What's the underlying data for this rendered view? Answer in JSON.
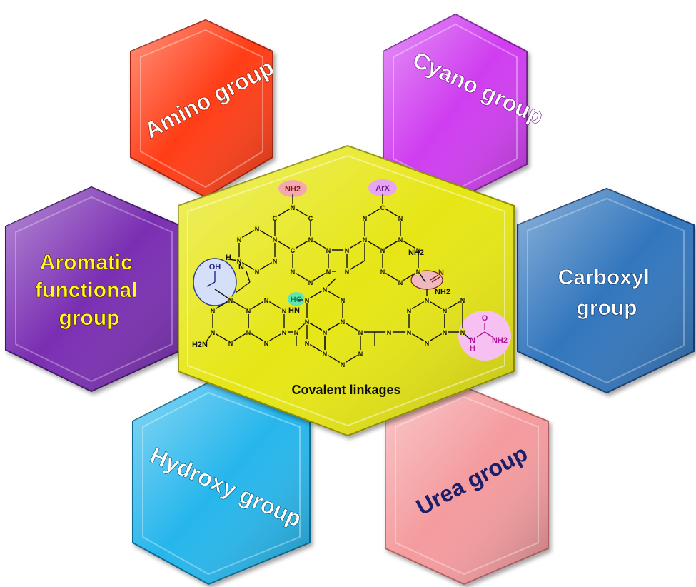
{
  "center": {
    "label": "Covalent linkages",
    "fill": "#e6e619"
  },
  "hexagons": [
    {
      "id": "amino",
      "lines": [
        "Amino group"
      ],
      "fill": "#ff3d14",
      "text_color": "#ffffff"
    },
    {
      "id": "cyano",
      "lines": [
        "Cyano group"
      ],
      "fill": "#cf3ef0",
      "text_color": "#ffffff"
    },
    {
      "id": "aromatic",
      "lines": [
        "Aromatic",
        "functional",
        "group"
      ],
      "fill": "#7a2fb2",
      "text_color": "#ffff1a"
    },
    {
      "id": "carboxyl",
      "lines": [
        "Carboxyl",
        "group"
      ],
      "fill": "#3276bd",
      "text_color": "#ffffff"
    },
    {
      "id": "hydroxy",
      "lines": [
        "Hydroxy group"
      ],
      "fill": "#27b6ec",
      "text_color": "#ffffff"
    },
    {
      "id": "urea",
      "lines": [
        "Urea group"
      ],
      "fill": "#f49b9e",
      "text_color": "#1b1f6a"
    }
  ],
  "structure": {
    "ring_atoms": [
      "C",
      "N"
    ],
    "labels": {
      "nh2_top": "NH2",
      "arx": "ArX",
      "nh2_right_upper": "NH2",
      "oh": "OH",
      "ho": "HO",
      "hn": "HN",
      "h_link": "H",
      "n_link": "N",
      "cyano": "N",
      "nh2_cyano": "NH2",
      "h2n_left": "H2N",
      "urea_o": "O",
      "urea_h": "H",
      "urea_n": "N",
      "urea_nh2": "NH2"
    }
  }
}
